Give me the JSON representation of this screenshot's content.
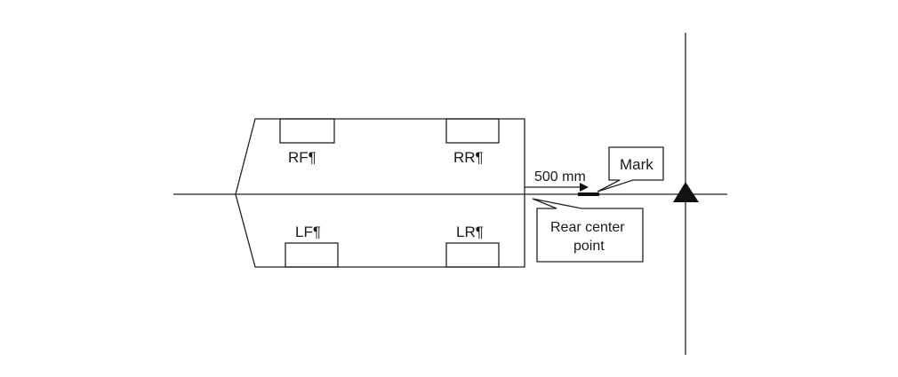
{
  "diagram": {
    "wheels": [
      {
        "id": "rf",
        "label": "RF¶"
      },
      {
        "id": "rr",
        "label": "RR¶"
      },
      {
        "id": "lf",
        "label": "LF¶"
      },
      {
        "id": "lr",
        "label": "LR¶"
      }
    ],
    "distance_label": "500 mm",
    "mark_label": "Mark",
    "rear_center_label_line1": "Rear center",
    "rear_center_label_line2": "point",
    "colors": {
      "line": "#222222",
      "fill": "#111111"
    }
  }
}
